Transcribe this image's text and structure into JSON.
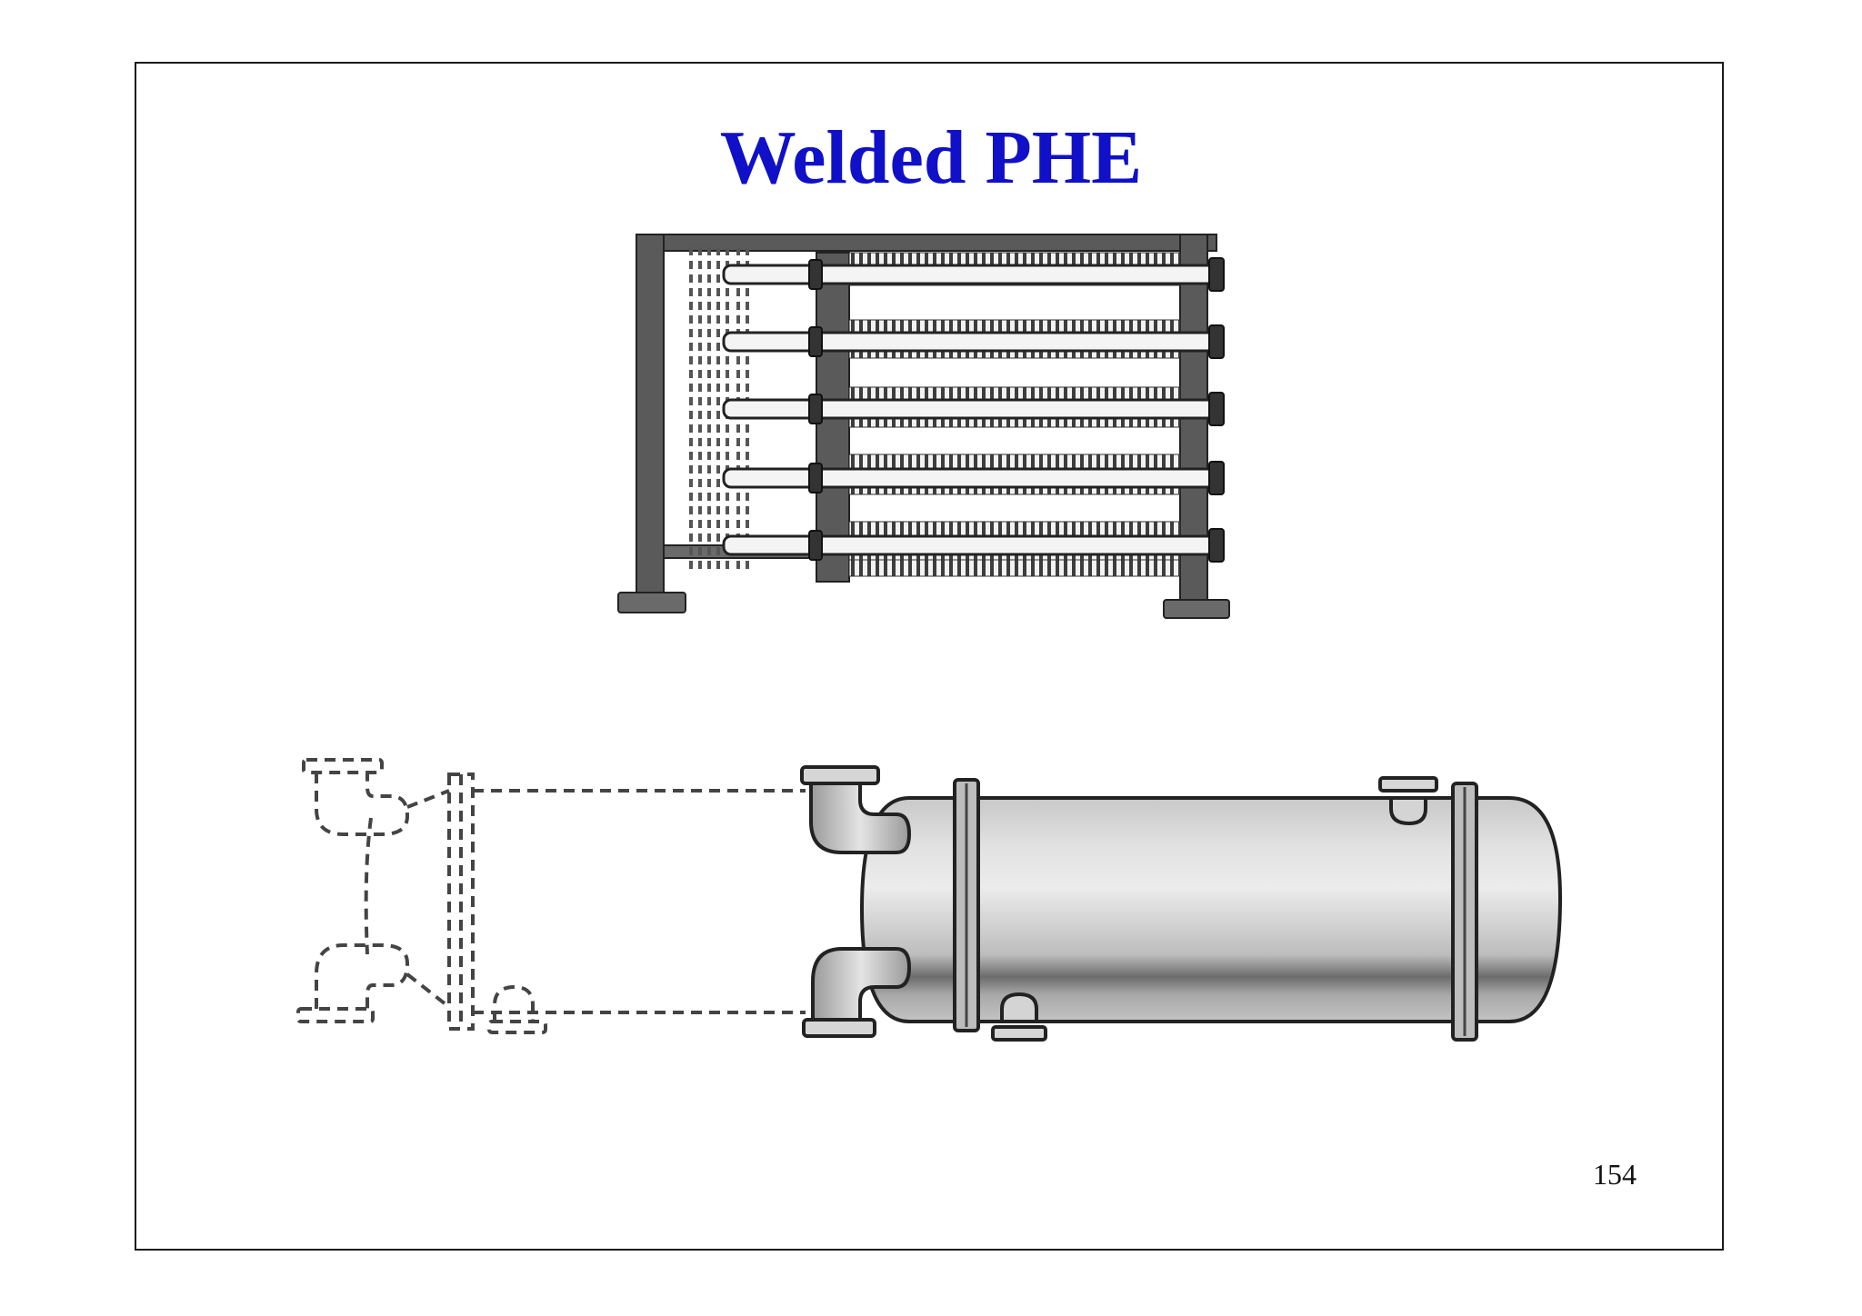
{
  "slide": {
    "title": "Welded PHE",
    "page_number": "154"
  },
  "figures": {
    "top": "plate-heat-exchanger-frame-drawing",
    "bottom": "welded-plate-heat-exchanger-shell-drawing"
  },
  "colors": {
    "title": "#1010c8",
    "frame_border": "#1a1a1a",
    "drawing_dark": "#555555",
    "drawing_mid": "#b8b8b8",
    "drawing_light": "#e6e6e6"
  }
}
